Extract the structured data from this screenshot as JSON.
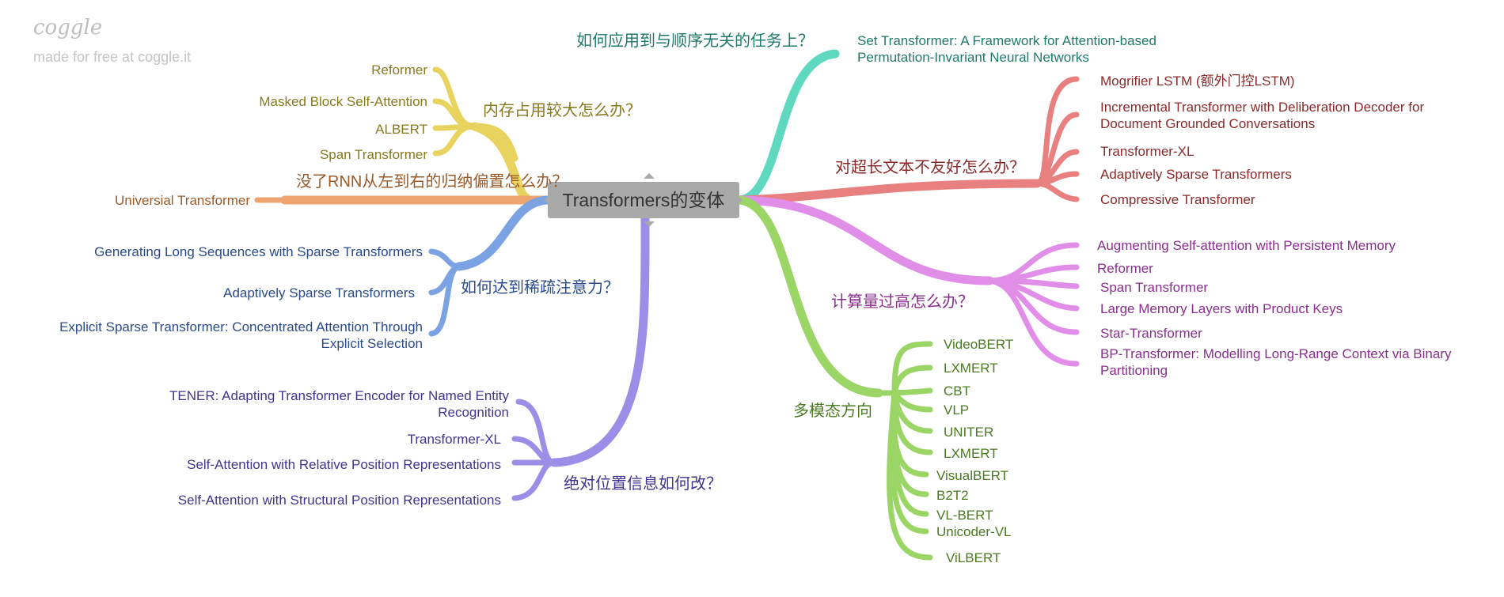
{
  "watermark": {
    "logo": "coggle",
    "text": "made for free at coggle.it"
  },
  "root": "Transformers的变体",
  "colors": {
    "yellow": "#e8d35e",
    "yellow_text": "#8a7a1e",
    "orange": "#eda46f",
    "orange_text": "#9a5a2a",
    "blue": "#7ba3e4",
    "blue_text": "#2b4a8a",
    "purple": "#9c8ee6",
    "purple_text": "#3f3590",
    "teal": "#5fd8c0",
    "teal_text": "#1f7a6a",
    "red": "#e88080",
    "red_text": "#8a2a2a",
    "magenta": "#e08ee8",
    "magenta_text": "#8a2f8f",
    "green": "#9bd565",
    "green_text": "#4a7a22"
  },
  "branches": {
    "memory": {
      "title": "内存占用较大怎么办？",
      "items": [
        "Reformer",
        "Masked Block Self-Attention",
        "ALBERT",
        "Span Transformer"
      ]
    },
    "rnn_bias": {
      "title": "没了RNN从左到右的归纳偏置怎么办？",
      "items": [
        "Universial Transformer"
      ]
    },
    "sparse": {
      "title": "如何达到稀疏注意力？",
      "items": [
        "Generating Long Sequences with Sparse Transformers",
        "Adaptively Sparse Transformers",
        "Explicit Sparse Transformer: Concentrated Attention Through",
        "Explicit Selection"
      ]
    },
    "position": {
      "title": "绝对位置信息如何改？",
      "items": [
        "TENER: Adapting Transformer Encoder for Named Entity",
        "Recognition",
        "Transformer-XL",
        "Self-Attention with Relative Position Representations",
        "Self-Attention with Structural Position Representations"
      ]
    },
    "order_free": {
      "title": "如何应用到与顺序无关的任务上？",
      "items": [
        "Set Transformer: A Framework for Attention-based",
        "Permutation-Invariant Neural Networks"
      ]
    },
    "long_text": {
      "title": "对超长文本不友好怎么办？",
      "items": [
        "Mogrifier LSTM (额外门控LSTM)",
        "Incremental Transformer with Deliberation Decoder for",
        "Document Grounded Conversations",
        "Transformer-XL",
        "Adaptively Sparse Transformers",
        "Compressive Transformer"
      ]
    },
    "compute": {
      "title": "计算量过高怎么办？",
      "items": [
        "Augmenting Self-attention with Persistent Memory",
        "Reformer",
        "Span Transformer",
        "Large Memory Layers with Product Keys",
        "Star-Transformer",
        "BP-Transformer: Modelling Long-Range Context via Binary",
        "Partitioning"
      ]
    },
    "multimodal": {
      "title": "多模态方向",
      "items": [
        "VideoBERT",
        "LXMERT",
        "CBT",
        "VLP",
        "UNITER",
        "LXMERT",
        "VisualBERT",
        "B2T2",
        "VL-BERT",
        "Unicoder-VL",
        "ViLBERT"
      ]
    }
  }
}
